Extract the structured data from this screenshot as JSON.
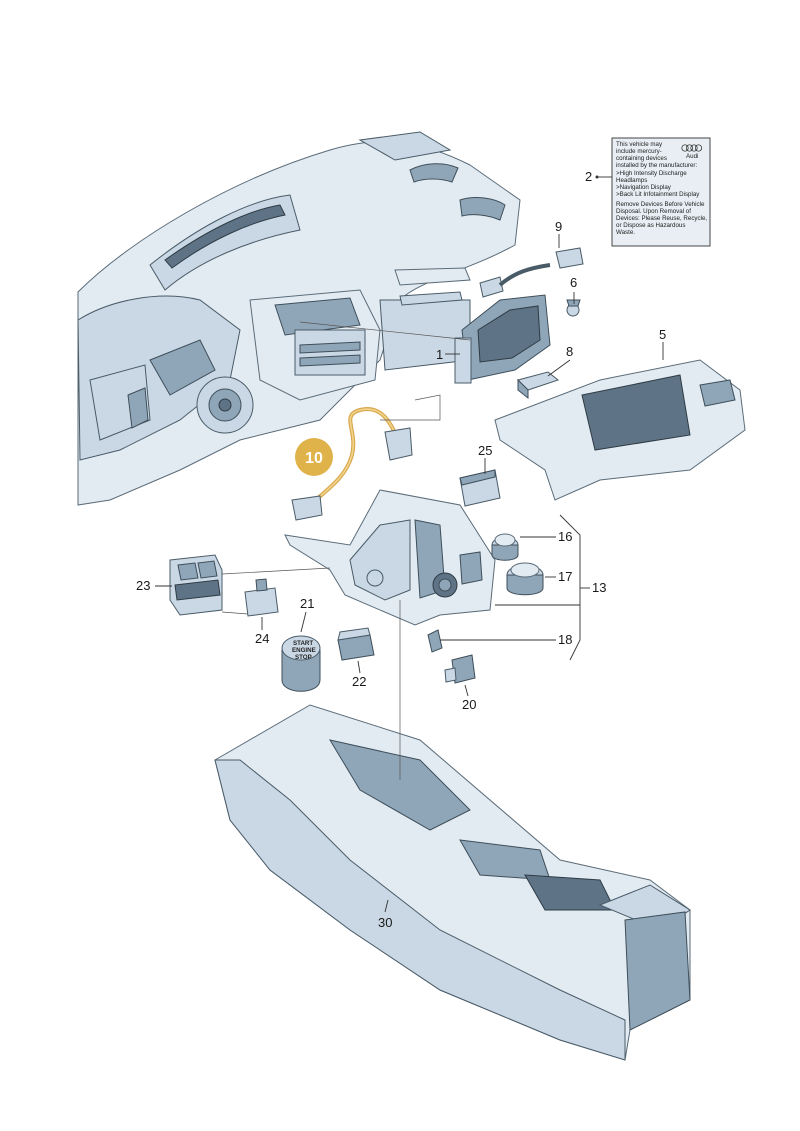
{
  "callout": {
    "label": "10",
    "color": "#e0b24a"
  },
  "parts": [
    {
      "id": "p1",
      "label": "1"
    },
    {
      "id": "p2",
      "label": "2"
    },
    {
      "id": "p5",
      "label": "5"
    },
    {
      "id": "p6",
      "label": "6"
    },
    {
      "id": "p8",
      "label": "8"
    },
    {
      "id": "p9",
      "label": "9"
    },
    {
      "id": "p13",
      "label": "13"
    },
    {
      "id": "p16",
      "label": "16"
    },
    {
      "id": "p17",
      "label": "17"
    },
    {
      "id": "p18",
      "label": "18"
    },
    {
      "id": "p20",
      "label": "20"
    },
    {
      "id": "p21",
      "label": "21"
    },
    {
      "id": "p22",
      "label": "22"
    },
    {
      "id": "p23",
      "label": "23"
    },
    {
      "id": "p24",
      "label": "24"
    },
    {
      "id": "p25",
      "label": "25"
    },
    {
      "id": "p30",
      "label": "30"
    }
  ],
  "warning_label": {
    "lines": [
      "This vehicle may",
      "include mercury-",
      "containing devices",
      "installed by the manufacturer:",
      ">High Intensity Discharge",
      "  Headlamps",
      ">Navigation Display",
      ">Back Lit Infotainment Display",
      "Remove Devices Before Vehicle",
      "Disposal. Upon Removal of",
      "Devices: Please Reuse, Recycle,",
      "or Dispose as Hazardous",
      "Waste."
    ],
    "brand": "Audi"
  },
  "start_button": {
    "lines": [
      "START",
      "ENGINE",
      "STOP"
    ]
  }
}
